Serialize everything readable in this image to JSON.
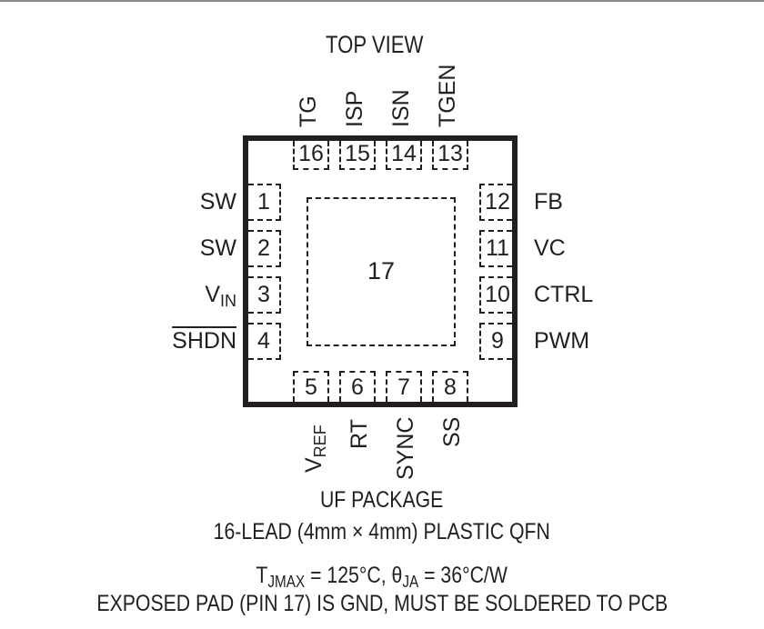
{
  "title": "TOP VIEW",
  "package": {
    "name": "UF PACKAGE",
    "description": "16-LEAD (4mm × 4mm) PLASTIC QFN",
    "thermal_t": "T",
    "thermal_t_sub": "JMAX",
    "thermal_rest1": " = 125°C, θ",
    "thermal_theta_sub": "JA",
    "thermal_rest2": " = 36°C/W",
    "note": "EXPOSED PAD (PIN 17) IS GND, MUST BE SOLDERED TO PCB"
  },
  "exposed_pad": {
    "number": "17"
  },
  "pins": {
    "left": [
      {
        "num": "1",
        "label": "SW"
      },
      {
        "num": "2",
        "label": "SW"
      },
      {
        "num": "3",
        "label": "V",
        "sub": "IN"
      },
      {
        "num": "4",
        "label": "SHDN",
        "overbar": true
      }
    ],
    "bottom": [
      {
        "num": "5",
        "label": "V",
        "sub": "REF"
      },
      {
        "num": "6",
        "label": "RT"
      },
      {
        "num": "7",
        "label": "SYNC"
      },
      {
        "num": "8",
        "label": "SS"
      }
    ],
    "right": [
      {
        "num": "9",
        "label": "PWM"
      },
      {
        "num": "10",
        "label": "CTRL"
      },
      {
        "num": "11",
        "label": "VC"
      },
      {
        "num": "12",
        "label": "FB"
      }
    ],
    "top": [
      {
        "num": "13",
        "label": "TGEN"
      },
      {
        "num": "14",
        "label": "ISN"
      },
      {
        "num": "15",
        "label": "ISP"
      },
      {
        "num": "16",
        "label": "TG"
      }
    ]
  }
}
